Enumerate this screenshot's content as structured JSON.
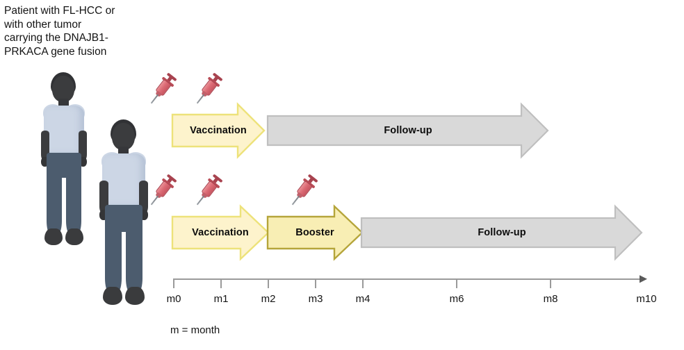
{
  "caption": {
    "text": "Patient with FL-HCC or\nwith other tumor\ncarrying the DNAJB1-\nPRKACA gene fusion"
  },
  "colors": {
    "vaccination_fill": "#fdf3cc",
    "vaccination_stroke": "#ede27a",
    "booster_fill": "#f8eeb4",
    "booster_stroke": "#b5a53a",
    "followup_fill": "#d9d9d9",
    "followup_stroke": "#bfbfbf",
    "syringe_red": "#dc6b75",
    "skin": "#3b3c3e",
    "shirt": "#ccd6e5",
    "pants": "#4c5c6e",
    "axis": "#9a9a9a"
  },
  "cohorts": [
    {
      "id": "cohort-1",
      "name": "vaccination-only-cohort",
      "steps": [
        {
          "id": "step-vaccination-1",
          "label": "Vaccination",
          "kind": "vaccination"
        },
        {
          "id": "step-followup-1",
          "label": "Follow-up",
          "kind": "followup"
        }
      ],
      "injection_count": 2
    },
    {
      "id": "cohort-2",
      "name": "vaccination-plus-booster-cohort",
      "steps": [
        {
          "id": "step-vaccination-2",
          "label": "Vaccination",
          "kind": "vaccination"
        },
        {
          "id": "step-booster-2",
          "label": "Booster",
          "kind": "booster"
        },
        {
          "id": "step-followup-2",
          "label": "Follow-up",
          "kind": "followup"
        }
      ],
      "injection_count": 3
    }
  ],
  "timeline": {
    "ticks": [
      {
        "label": "m0",
        "month": 0
      },
      {
        "label": "m1",
        "month": 1
      },
      {
        "label": "m2",
        "month": 2
      },
      {
        "label": "m3",
        "month": 3
      },
      {
        "label": "m4",
        "month": 4
      },
      {
        "label": "m6",
        "month": 6
      },
      {
        "label": "m8",
        "month": 8
      },
      {
        "label": "m10",
        "month": 10
      }
    ],
    "legend": "m = month",
    "unit": "month",
    "range": [
      0,
      10
    ]
  },
  "icons": {
    "syringe": "syringe-icon",
    "patient": "patient-figure-icon",
    "arrowhead": "axis-arrowhead-icon"
  }
}
